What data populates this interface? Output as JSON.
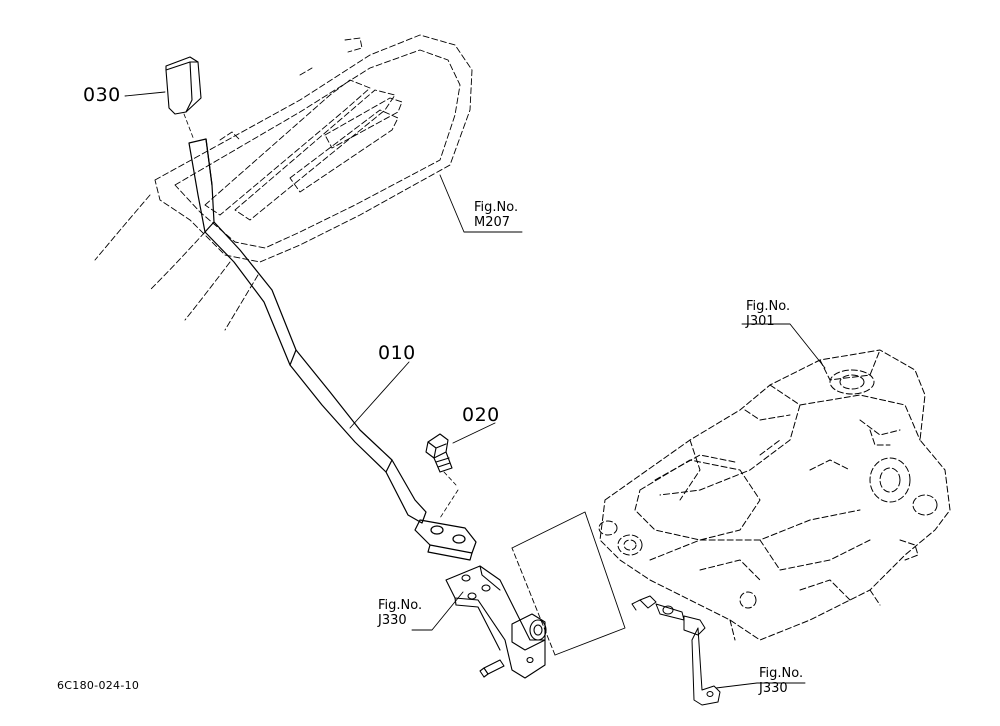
{
  "callouts": {
    "part_030": "030",
    "part_010": "010",
    "part_020": "020"
  },
  "references": {
    "m207": {
      "prefix": "Fig.No.",
      "code": "M207"
    },
    "j301": {
      "prefix": "Fig.No.",
      "code": "J301"
    },
    "j330_left": {
      "prefix": "Fig.No.",
      "code": "J330"
    },
    "j330_right": {
      "prefix": "Fig.No.",
      "code": "J330"
    }
  },
  "drawing_code": "6C180-024-10",
  "colors": {
    "ink": "#000000",
    "paper": "#ffffff"
  }
}
